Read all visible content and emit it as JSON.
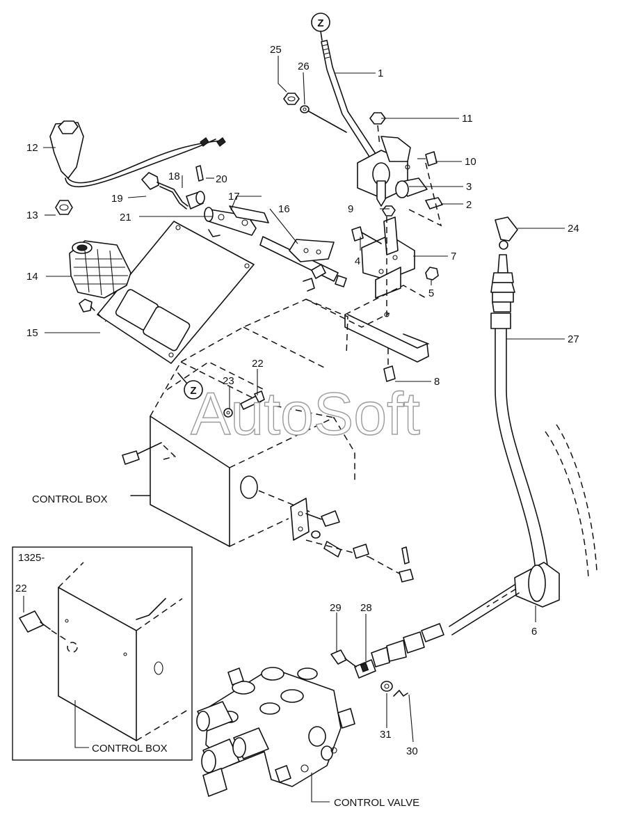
{
  "watermark": "AutoSoft",
  "reference_marker": "Z",
  "part_numbers": [
    "1",
    "2",
    "3",
    "4",
    "5",
    "6",
    "7",
    "8",
    "9",
    "10",
    "11",
    "12",
    "13",
    "14",
    "15",
    "16",
    "17",
    "18",
    "19",
    "20",
    "21",
    "22",
    "23",
    "24",
    "25",
    "26",
    "27",
    "28",
    "29",
    "30",
    "31"
  ],
  "component_labels": {
    "control_box": "CONTROL BOX",
    "control_valve": "CONTROL VALVE"
  },
  "inset": {
    "serial": "1325-",
    "part_number": "22",
    "label": "CONTROL BOX"
  }
}
